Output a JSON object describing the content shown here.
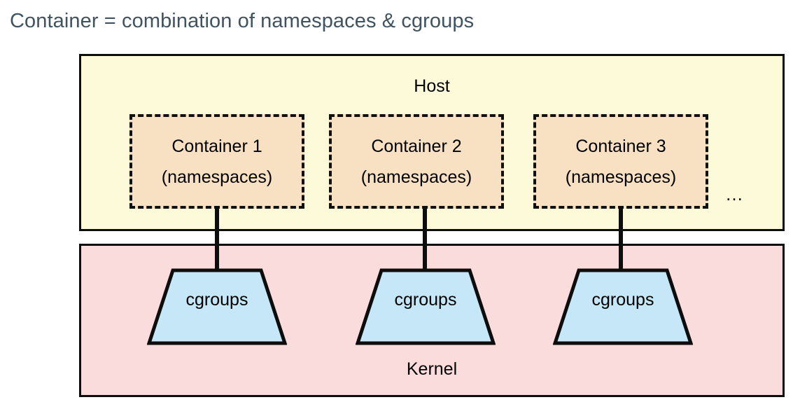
{
  "title": "Container = combination of namespaces & cgroups",
  "diagram": {
    "host": {
      "label": "Host",
      "fill_color": "#FDFADA",
      "border_color": "#0D0D0D"
    },
    "kernel": {
      "label": "Kernel",
      "fill_color": "#FBDCDC",
      "border_color": "#0D0D0D"
    },
    "containers": [
      {
        "title": "Container 1",
        "subtitle": "(namespaces)"
      },
      {
        "title": "Container 2",
        "subtitle": "(namespaces)"
      },
      {
        "title": "Container 3",
        "subtitle": "(namespaces)"
      }
    ],
    "container_style": {
      "fill_color": "#F8E0C3",
      "border_color": "#101010",
      "border_style": "dashed"
    },
    "more_indicator": "…",
    "cgroups": [
      {
        "label": "cgroups"
      },
      {
        "label": "cgroups"
      },
      {
        "label": "cgroups"
      }
    ],
    "cgroup_style": {
      "fill_color": "#C5E7F7",
      "border_color": "#0D0D0D",
      "shape": "trapezoid"
    },
    "connector_color": "#0D0D0D",
    "title_color": "#3F5361",
    "page_background": "#FFFFFF"
  }
}
